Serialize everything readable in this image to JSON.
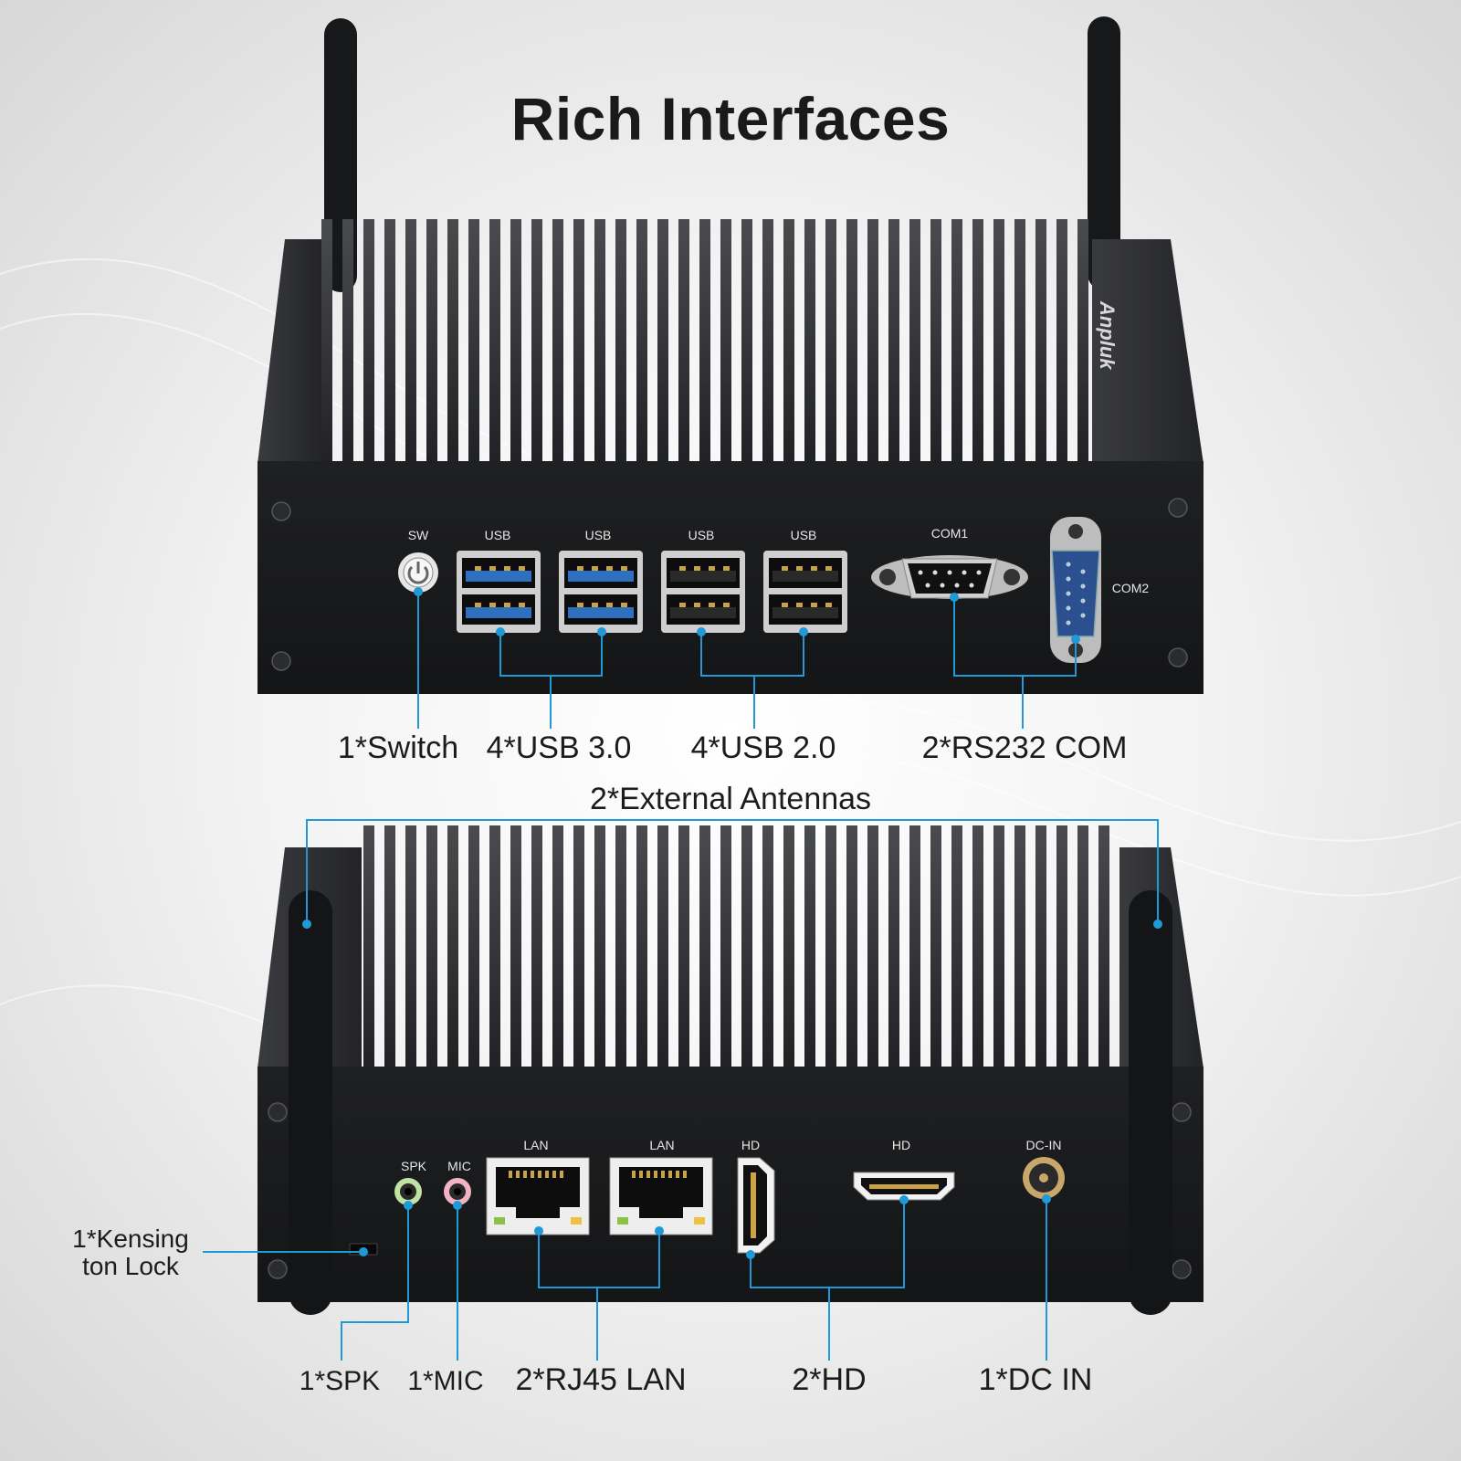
{
  "title": "Rich Interfaces",
  "brand": "Anpluk",
  "colors": {
    "accent_line": "#1f9ad6",
    "chassis": "#1d1e20",
    "fins": "#2b2c2f",
    "usb3": "#2f6fbf",
    "com2": "#2c4f8f"
  },
  "top_device": {
    "port_labels": {
      "sw": "SW",
      "usb1": "USB",
      "usb2": "USB",
      "usb3": "USB",
      "usb4": "USB",
      "com1": "COM1",
      "com2": "COM2"
    },
    "callouts": {
      "switch": "1*Switch",
      "usb30": "4*USB 3.0",
      "usb20": "4*USB 2.0",
      "com": "2*RS232 COM"
    }
  },
  "antennas_callout": "2*External Antennas",
  "bottom_device": {
    "port_labels": {
      "spk": "SPK",
      "mic": "MIC",
      "lan1": "LAN",
      "lan2": "LAN",
      "hd1": "HD",
      "hd2": "HD",
      "dcin": "DC-IN"
    },
    "callouts": {
      "kensington": "1*Kensing ton Lock",
      "spk": "1*SPK",
      "mic": "1*MIC",
      "lan": "2*RJ45 LAN",
      "hd": "2*HD",
      "dcin": "1*DC IN"
    }
  }
}
